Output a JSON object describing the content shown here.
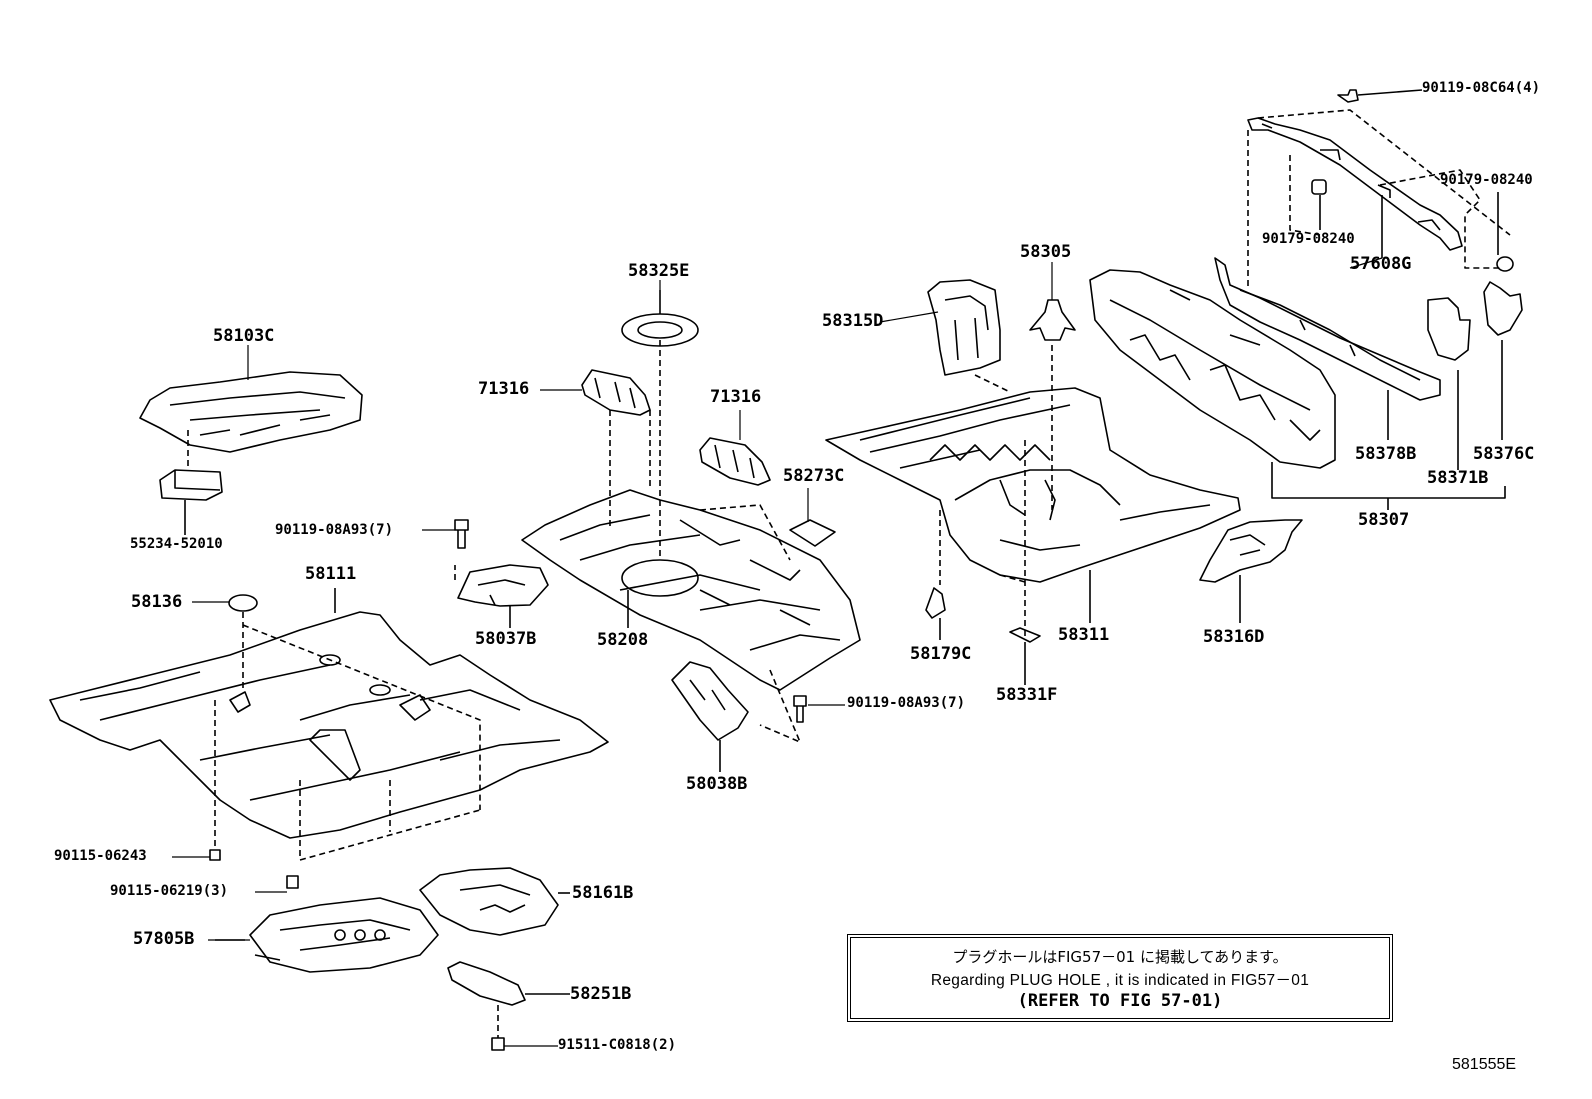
{
  "figure_code": "581555E",
  "note": {
    "line1": "プラグホールはFIG57－01 に掲載してあります。",
    "line2": "Regarding PLUG HOLE , it is indicated in FIG57－01",
    "line3": "(REFER TO FIG 57-01)"
  },
  "parts": [
    {
      "id": "p90119_08c64",
      "label": "90119-08C64(4)"
    },
    {
      "id": "p90179_08240_r",
      "label": "90179-08240"
    },
    {
      "id": "p90179_08240_l",
      "label": "90179-08240"
    },
    {
      "id": "p57608g",
      "label": "57608G"
    },
    {
      "id": "p58305",
      "label": "58305"
    },
    {
      "id": "p58315d",
      "label": "58315D"
    },
    {
      "id": "p58325e",
      "label": "58325E"
    },
    {
      "id": "p58103c",
      "label": "58103C"
    },
    {
      "id": "p71316_a",
      "label": "71316"
    },
    {
      "id": "p71316_b",
      "label": "71316"
    },
    {
      "id": "p58378b",
      "label": "58378B"
    },
    {
      "id": "p58376c",
      "label": "58376C"
    },
    {
      "id": "p58371b",
      "label": "58371B"
    },
    {
      "id": "p58307",
      "label": "58307"
    },
    {
      "id": "p58273c",
      "label": "58273C"
    },
    {
      "id": "p55234_52010",
      "label": "55234-52010"
    },
    {
      "id": "p90119_08a93_a",
      "label": "90119-08A93(7)"
    },
    {
      "id": "p58111",
      "label": "58111"
    },
    {
      "id": "p58136",
      "label": "58136"
    },
    {
      "id": "p58037b",
      "label": "58037B"
    },
    {
      "id": "p58208",
      "label": "58208"
    },
    {
      "id": "p58179c",
      "label": "58179C"
    },
    {
      "id": "p58311",
      "label": "58311"
    },
    {
      "id": "p58316d",
      "label": "58316D"
    },
    {
      "id": "p58331f",
      "label": "58331F"
    },
    {
      "id": "p90119_08a93_b",
      "label": "90119-08A93(7)"
    },
    {
      "id": "p58038b",
      "label": "58038B"
    },
    {
      "id": "p90115_06243",
      "label": "90115-06243"
    },
    {
      "id": "p90115_06219",
      "label": "90115-06219(3)"
    },
    {
      "id": "p58161b",
      "label": "58161B"
    },
    {
      "id": "p57805b",
      "label": "57805B"
    },
    {
      "id": "p58251b",
      "label": "58251B"
    },
    {
      "id": "p91511_c0818",
      "label": "91511-C0818(2)"
    }
  ]
}
